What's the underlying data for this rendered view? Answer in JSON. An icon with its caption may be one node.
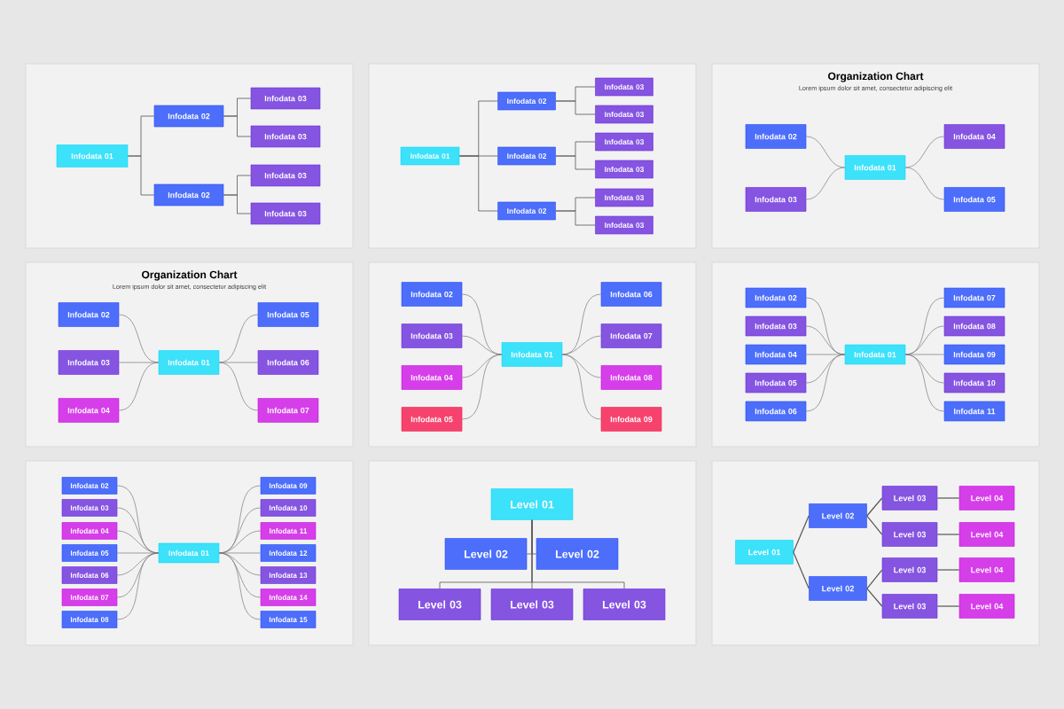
{
  "diagram": {
    "nodes": [
      {
        "text": [],
        "shape": "box"
      },
      {
        "text": [
          "Infodata 01"
        ],
        "in": 0
      },
      {
        "text": [
          "Infodata 02"
        ],
        "in": 0
      },
      {
        "text": [
          "Infodata 02"
        ],
        "in": 0
      },
      {
        "text": [
          "Infodata 03"
        ],
        "in": 0
      },
      {
        "text": [
          "Infodata 03"
        ],
        "in": 0
      },
      {
        "text": [
          "Infodata 03"
        ],
        "in": 0
      },
      {
        "text": [
          "Infodata 03"
        ],
        "in": 0
      },
      {
        "text": [],
        "shape": "box"
      },
      {
        "text": [
          "Infodata 01"
        ],
        "in": 8
      },
      {
        "text": [
          "Infodata 02"
        ],
        "in": 8
      },
      {
        "text": [
          "Infodata 02"
        ],
        "in": 8
      },
      {
        "text": [
          "Infodata 02"
        ],
        "in": 8
      },
      {
        "text": [
          "Infodata 03"
        ],
        "in": 8
      },
      {
        "text": [
          "Infodata 03"
        ],
        "in": 8
      },
      {
        "text": [
          "Infodata 03"
        ],
        "in": 8
      },
      {
        "text": [
          "Infodata 03"
        ],
        "in": 8
      },
      {
        "text": [
          "Infodata 03"
        ],
        "in": 8
      },
      {
        "text": [
          "Infodata 03"
        ],
        "in": 8
      },
      {
        "text": [
          "Organization Chart",
          "Lorem ipsum dolor sit amet, consectetur adipiscing elit"
        ]
      },
      {
        "text": [
          "Infodata 01"
        ],
        "in": 19
      },
      {
        "text": [
          "Infodata 02"
        ],
        "in": 19
      },
      {
        "text": [
          "Infodata 03"
        ],
        "in": 19
      },
      {
        "text": [
          "Infodata 04"
        ],
        "in": 19
      },
      {
        "text": [
          "Infodata 05"
        ],
        "in": 19
      },
      {
        "text": [
          "Organization Chart",
          "Lorem ipsum dolor sit amet, consectetur adipiscing elit"
        ]
      },
      {
        "text": [
          "Infodata 01"
        ],
        "in": 25
      },
      {
        "text": [
          "Infodata 02"
        ],
        "in": 25
      },
      {
        "text": [
          "Infodata 03"
        ],
        "in": 25
      },
      {
        "text": [
          "Infodata 04"
        ],
        "in": 25
      },
      {
        "text": [
          "Infodata 05"
        ],
        "in": 25
      },
      {
        "text": [
          "Infodata 06"
        ],
        "in": 25
      },
      {
        "text": [
          "Infodata 07"
        ],
        "in": 25
      },
      {
        "text": [],
        "shape": "box"
      },
      {
        "text": [
          "Infodata 01"
        ],
        "in": 33
      },
      {
        "text": [
          "Infodata 02"
        ],
        "in": 33
      },
      {
        "text": [
          "Infodata 03"
        ],
        "in": 33
      },
      {
        "text": [
          "Infodata 04"
        ],
        "in": 33
      },
      {
        "text": [
          "Infodata 05"
        ],
        "in": 33
      },
      {
        "text": [
          "Infodata 06"
        ],
        "in": 33
      },
      {
        "text": [
          "Infodata 07"
        ],
        "in": 33
      },
      {
        "text": [
          "Infodata 08"
        ],
        "in": 33
      },
      {
        "text": [
          "Infodata 09"
        ],
        "in": 33
      },
      {
        "text": [],
        "shape": "box"
      },
      {
        "text": [
          "Infodata 01"
        ],
        "in": 43
      },
      {
        "text": [
          "Infodata 02"
        ],
        "in": 43
      },
      {
        "text": [
          "Infodata 03"
        ],
        "in": 43
      },
      {
        "text": [
          "Infodata 04"
        ],
        "in": 43
      },
      {
        "text": [
          "Infodata 05"
        ],
        "in": 43
      },
      {
        "text": [
          "Infodata 06"
        ],
        "in": 43
      },
      {
        "text": [
          "Infodata 07"
        ],
        "in": 43
      },
      {
        "text": [
          "Infodata 08"
        ],
        "in": 43
      },
      {
        "text": [
          "Infodata 09"
        ],
        "in": 43
      },
      {
        "text": [
          "Infodata 10"
        ],
        "in": 43
      },
      {
        "text": [
          "Infodata 11"
        ],
        "in": 43
      },
      {
        "text": [],
        "shape": "box"
      },
      {
        "text": [
          "Infodata 01"
        ],
        "in": 55
      },
      {
        "text": [
          "Infodata 02"
        ],
        "in": 55
      },
      {
        "text": [
          "Infodata 03"
        ],
        "in": 55
      },
      {
        "text": [
          "Infodata 04"
        ],
        "in": 55
      },
      {
        "text": [
          "Infodata 05"
        ],
        "in": 55
      },
      {
        "text": [
          "Infodata 06"
        ],
        "in": 55
      },
      {
        "text": [
          "Infodata 07"
        ],
        "in": 55
      },
      {
        "text": [
          "Infodata 08"
        ],
        "in": 55
      },
      {
        "text": [
          "Infodata 09"
        ],
        "in": 55
      },
      {
        "text": [
          "Infodata 10"
        ],
        "in": 55
      },
      {
        "text": [
          "Infodata 11"
        ],
        "in": 55
      },
      {
        "text": [
          "Infodata 12"
        ],
        "in": 55
      },
      {
        "text": [
          "Infodata 13"
        ],
        "in": 55
      },
      {
        "text": [
          "Infodata 14"
        ],
        "in": 55
      },
      {
        "text": [
          "Infodata 15"
        ],
        "in": 55
      },
      {
        "text": [],
        "shape": "box"
      },
      {
        "text": [
          "Level 01"
        ],
        "in": 71
      },
      {
        "text": [
          "Level 02"
        ],
        "in": 71
      },
      {
        "text": [
          "Level 02"
        ],
        "in": 71
      },
      {
        "text": [
          "Level 03"
        ],
        "in": 71
      },
      {
        "text": [
          "Level 03"
        ],
        "in": 71
      },
      {
        "text": [
          "Level 03"
        ],
        "in": 71
      },
      {
        "text": [],
        "shape": "box"
      },
      {
        "text": [
          "Level 01"
        ],
        "in": 78
      },
      {
        "text": [
          "Level 02"
        ],
        "in": 78
      },
      {
        "text": [
          "Level 02"
        ],
        "in": 78
      },
      {
        "text": [
          "Level 03"
        ],
        "in": 78
      },
      {
        "text": [
          "Level 03"
        ],
        "in": 78
      },
      {
        "text": [
          "Level 03"
        ],
        "in": 78
      },
      {
        "text": [
          "Level 03"
        ],
        "in": 78
      },
      {
        "text": [
          "Level 04"
        ],
        "in": 78
      },
      {
        "text": [
          "Level 04"
        ],
        "in": 78
      },
      {
        "text": [
          "Level 04"
        ],
        "in": 78
      },
      {
        "text": [
          "Level 04"
        ],
        "in": 78
      }
    ],
    "edges": [
      {
        "from": 1,
        "to": 2,
        "arrow": "none"
      },
      {
        "from": 1,
        "to": 3,
        "arrow": "none"
      },
      {
        "from": 2,
        "to": 4,
        "arrow": "none"
      },
      {
        "from": 2,
        "to": 5,
        "arrow": "none"
      },
      {
        "from": 3,
        "to": 6,
        "arrow": "none"
      },
      {
        "from": 3,
        "to": 7,
        "arrow": "none"
      },
      {
        "from": 9,
        "to": 10,
        "arrow": "none"
      },
      {
        "from": 9,
        "to": 11,
        "arrow": "none"
      },
      {
        "from": 9,
        "to": 12,
        "arrow": "none"
      },
      {
        "from": 10,
        "to": 13,
        "arrow": "none"
      },
      {
        "from": 10,
        "to": 14,
        "arrow": "none"
      },
      {
        "from": 11,
        "to": 15,
        "arrow": "none"
      },
      {
        "from": 11,
        "to": 16,
        "arrow": "none"
      },
      {
        "from": 12,
        "to": 17,
        "arrow": "none"
      },
      {
        "from": 12,
        "to": 18,
        "arrow": "none"
      },
      {
        "from": 20,
        "to": 21,
        "arrow": "none"
      },
      {
        "from": 20,
        "to": 22,
        "arrow": "none"
      },
      {
        "from": 20,
        "to": 23,
        "arrow": "none"
      },
      {
        "from": 20,
        "to": 24,
        "arrow": "none"
      },
      {
        "from": 26,
        "to": 27,
        "arrow": "none"
      },
      {
        "from": 26,
        "to": 28,
        "arrow": "none"
      },
      {
        "from": 26,
        "to": 29,
        "arrow": "none"
      },
      {
        "from": 26,
        "to": 30,
        "arrow": "none"
      },
      {
        "from": 26,
        "to": 31,
        "arrow": "none"
      },
      {
        "from": 26,
        "to": 32,
        "arrow": "none"
      },
      {
        "from": 34,
        "to": 35,
        "arrow": "none"
      },
      {
        "from": 34,
        "to": 36,
        "arrow": "none"
      },
      {
        "from": 34,
        "to": 37,
        "arrow": "none"
      },
      {
        "from": 34,
        "to": 38,
        "arrow": "none"
      },
      {
        "from": 34,
        "to": 39,
        "arrow": "none"
      },
      {
        "from": 34,
        "to": 40,
        "arrow": "none"
      },
      {
        "from": 34,
        "to": 41,
        "arrow": "none"
      },
      {
        "from": 34,
        "to": 42,
        "arrow": "none"
      },
      {
        "from": 44,
        "to": 45,
        "arrow": "none"
      },
      {
        "from": 44,
        "to": 46,
        "arrow": "none"
      },
      {
        "from": 44,
        "to": 47,
        "arrow": "none"
      },
      {
        "from": 44,
        "to": 48,
        "arrow": "none"
      },
      {
        "from": 44,
        "to": 49,
        "arrow": "none"
      },
      {
        "from": 44,
        "to": 50,
        "arrow": "none"
      },
      {
        "from": 44,
        "to": 51,
        "arrow": "none"
      },
      {
        "from": 44,
        "to": 52,
        "arrow": "none"
      },
      {
        "from": 44,
        "to": 53,
        "arrow": "none"
      },
      {
        "from": 44,
        "to": 54,
        "arrow": "none"
      },
      {
        "from": 56,
        "to": 57,
        "arrow": "none"
      },
      {
        "from": 56,
        "to": 58,
        "arrow": "none"
      },
      {
        "from": 56,
        "to": 59,
        "arrow": "none"
      },
      {
        "from": 56,
        "to": 60,
        "arrow": "none"
      },
      {
        "from": 56,
        "to": 61,
        "arrow": "none"
      },
      {
        "from": 56,
        "to": 62,
        "arrow": "none"
      },
      {
        "from": 56,
        "to": 63,
        "arrow": "none"
      },
      {
        "from": 56,
        "to": 64,
        "arrow": "none"
      },
      {
        "from": 56,
        "to": 65,
        "arrow": "none"
      },
      {
        "from": 56,
        "to": 66,
        "arrow": "none"
      },
      {
        "from": 56,
        "to": 67,
        "arrow": "none"
      },
      {
        "from": 56,
        "to": 68,
        "arrow": "none"
      },
      {
        "from": 56,
        "to": 69,
        "arrow": "none"
      },
      {
        "from": 56,
        "to": 70,
        "arrow": "none"
      },
      {
        "from": 72,
        "to": 73,
        "arrow": "none"
      },
      {
        "from": 72,
        "to": 74,
        "arrow": "none"
      },
      {
        "from": 72,
        "to": 75,
        "arrow": "none"
      },
      {
        "from": 72,
        "to": 76,
        "arrow": "none"
      },
      {
        "from": 72,
        "to": 77,
        "arrow": "none"
      },
      {
        "from": 79,
        "to": 80,
        "arrow": "none"
      },
      {
        "from": 79,
        "to": 81,
        "arrow": "none"
      },
      {
        "from": 80,
        "to": 82,
        "arrow": "none"
      },
      {
        "from": 80,
        "to": 83,
        "arrow": "none"
      },
      {
        "from": 81,
        "to": 84,
        "arrow": "none"
      },
      {
        "from": 81,
        "to": 85,
        "arrow": "none"
      },
      {
        "from": 82,
        "to": 86,
        "arrow": "none"
      },
      {
        "from": 83,
        "to": 87,
        "arrow": "none"
      },
      {
        "from": 84,
        "to": 88,
        "arrow": "none"
      },
      {
        "from": 85,
        "to": 89,
        "arrow": "none"
      }
    ]
  }
}
